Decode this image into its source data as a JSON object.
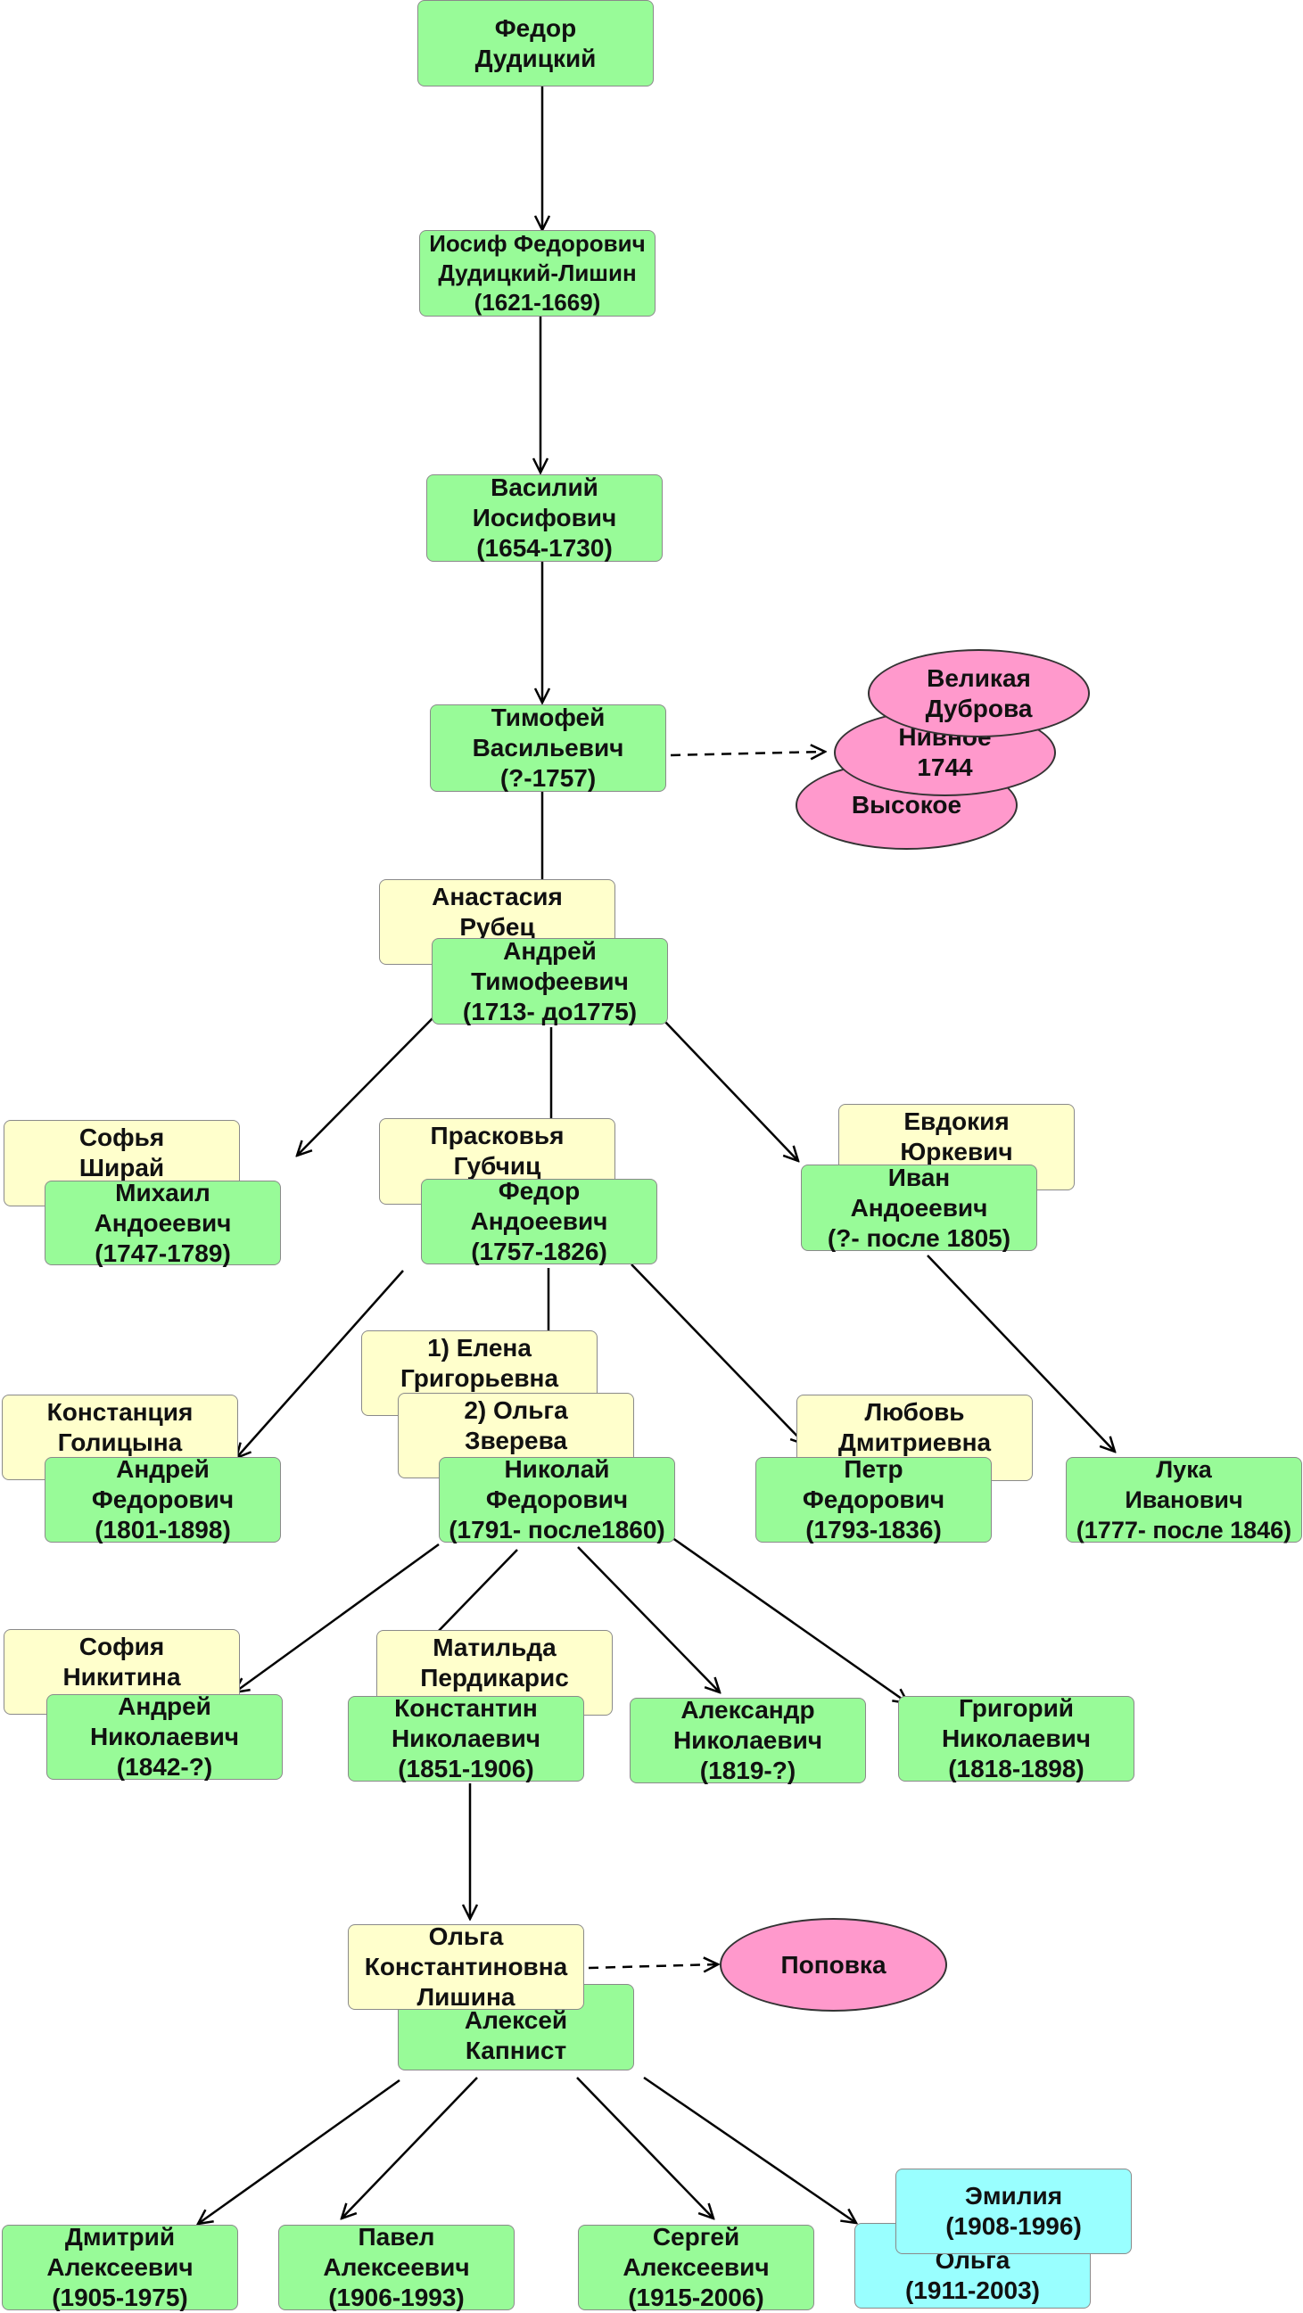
{
  "nodes": {
    "fedor_dudickiy": "Федор\nДудицкий",
    "iosif": "Иосиф Федорович\nДудицкий-Лишин\n(1621-1669)",
    "vasiliy": "Василий\nИосифович\n(1654-1730)",
    "timofey": "Тимофей\nВасильевич\n(?-1757)",
    "anastasia": "Анастасия\nРубец",
    "andrey_t": "Андрей\nТимофеевич\n(1713- до1775)",
    "sofya_shiray": "Софья\nШирай",
    "mikhail": "Михаил\nАндоеевич\n(1747-1789)",
    "praskovya": "Прасковья\nГубчиц",
    "fedor_a": "Федор\nАндоеевич\n(1757-1826)",
    "evdokia": "Евдокия\nЮркевич",
    "ivan": "Иван\nАндоеевич\n(?- после 1805)",
    "konstancia": "Констанция\nГолицына",
    "andrey_f": "Андрей\nФедорович\n(1801-1898)",
    "elena": "1) Елена\nГригорьевна",
    "olga_zvereva": "2) Ольга\nЗверева",
    "nikolay": "Николай\nФедорович\n(1791- после1860)",
    "lyubov": "Любовь\nДмитриевна",
    "petr": "Петр\nФедорович\n(1793-1836)",
    "luka": "Лука\nИванович\n(1777- после 1846)",
    "sofia_nikitina": "София\nНикитина",
    "andrey_n": "Андрей\nНиколаевич\n(1842-?)",
    "matilda": "Матильда\nПердикарис",
    "konstantin": "Константин\nНиколаевич\n(1851-1906)",
    "aleksandr": "Александр\nНиколаевич\n(1819-?)",
    "grigoriy": "Григорий\nНиколаевич\n(1818-1898)",
    "olga_k": "Ольга\nКонстантиновна\nЛишина",
    "aleksey": "Алексей\nКапнист",
    "dmitriy": "Дмитрий\nАлексеевич\n(1905-1975)",
    "pavel": "Павел\nАлексеевич\n(1906-1993)",
    "sergey": "Сергей\nАлексеевич\n(1915-2006)",
    "emilia": "Эмилия\n(1908-1996)",
    "olga_a": "Ольга\n(1911-2003)"
  },
  "places": {
    "velikaya": "Великая\nДуброва",
    "nivnoe": "Нивное\n1744",
    "vysokoe": "Высокое",
    "popovka": "Поповка"
  },
  "colors": {
    "person": "#98fb98",
    "spouse": "#ffffcc",
    "daughter": "#99ffff",
    "place": "#ff99cc"
  }
}
